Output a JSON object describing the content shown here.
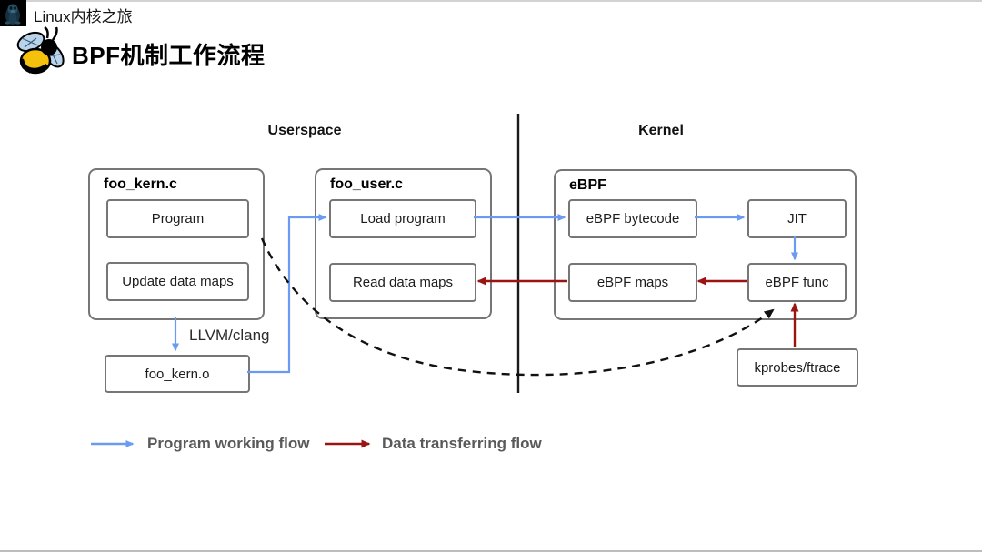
{
  "header": {
    "brand": "Linux内核之旅",
    "title": "BPF机制工作流程",
    "logo": "tux-penguin-icon",
    "title_icon": "ebpf-bee-icon"
  },
  "diagram": {
    "userspace_label": "Userspace",
    "kernel_label": "Kernel",
    "foo_kern_c": {
      "title": "foo_kern.c",
      "items": [
        "Program",
        "Update data maps"
      ]
    },
    "foo_user_c": {
      "title": "foo_user.c",
      "items": [
        "Load program",
        "Read data maps"
      ]
    },
    "ebpf": {
      "title": "eBPF",
      "items": [
        "eBPF bytecode",
        "JIT",
        "eBPF maps",
        "eBPF func"
      ]
    },
    "foo_kern_o_label": "foo_kern.o",
    "kprobes_label": "kprobes/ftrace",
    "llvm_label": "LLVM/clang"
  },
  "legend": {
    "program_flow": "Program working flow",
    "data_flow": "Data transferring flow"
  },
  "colors": {
    "program_flow_blue": "#6b9af2",
    "data_flow_red": "#9b1414",
    "divider_black": "#1a1a1a"
  }
}
